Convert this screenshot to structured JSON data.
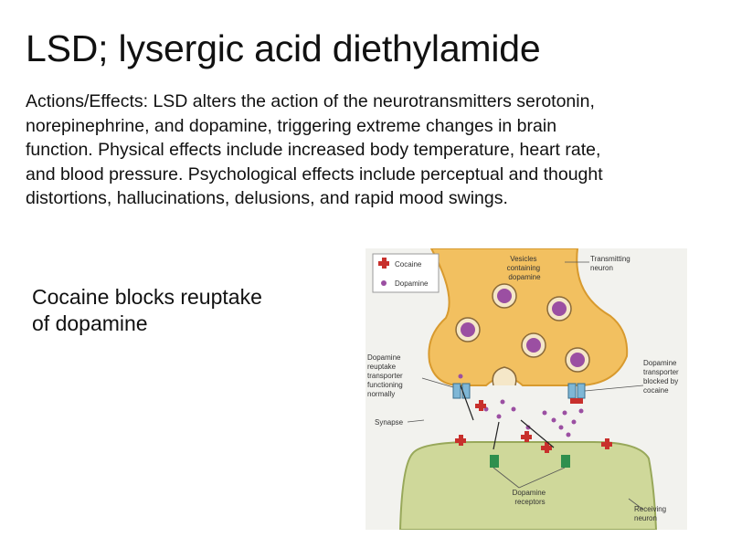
{
  "slide": {
    "title": "LSD; lysergic acid diethylamide",
    "body_lines": [
      "Actions/Effects: LSD alters the action of the neurotransmitters serotonin,",
      "norepinephrine, and dopamine, triggering extreme changes in brain",
      "function. Physical effects include increased body temperature, heart rate,",
      "and blood pressure. Psychological effects include perceptual and thought",
      "distortions, hallucinations, delusions, and rapid mood swings."
    ],
    "caption_lines": [
      "Cocaine blocks reuptake",
      "of dopamine"
    ]
  },
  "diagram": {
    "legend": {
      "cocaine": "Cocaine",
      "dopamine": "Dopamine"
    },
    "labels": {
      "vesicles": [
        "Vesicles",
        "containing",
        "dopamine"
      ],
      "transmitting_neuron": [
        "Transmitting",
        "neuron"
      ],
      "reuptake_transporter": [
        "Dopamine",
        "reuptake",
        "transporter",
        "functioning",
        "normally"
      ],
      "blocked_transporter": [
        "Dopamine",
        "transporter",
        "blocked by",
        "cocaine"
      ],
      "synapse": "Synapse",
      "receptors": [
        "Dopamine",
        "receptors"
      ],
      "receiving_neuron": [
        "Receiving",
        "neuron"
      ]
    },
    "colors": {
      "transmitting_neuron": "#f2c060",
      "receiving_neuron": "#cfd89a",
      "cocaine": "#c8302c",
      "dopamine": "#9b4fa2",
      "transporter": "#7fb7d6",
      "receptor": "#2f8f4e"
    }
  }
}
